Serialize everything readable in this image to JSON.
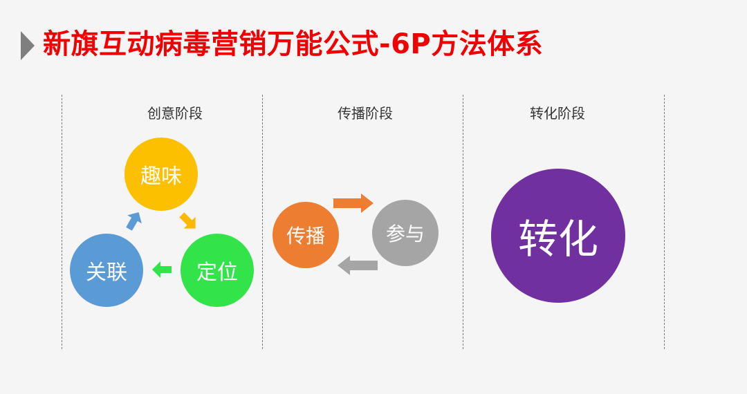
{
  "title": "新旗互动病毒营销万能公式-6P方法体系",
  "stages": [
    {
      "label": "创意阶段"
    },
    {
      "label": "传播阶段"
    },
    {
      "label": "转化阶段"
    }
  ],
  "creative": {
    "fun": "趣味",
    "positioning": "定位",
    "association": "关联"
  },
  "spread": {
    "spread": "传播",
    "participation": "参与"
  },
  "conversion": {
    "conversion": "转化"
  },
  "colors": {
    "title": "#f00000",
    "fun": "#fcc000",
    "positioning": "#33e34a",
    "association": "#5b9bd5",
    "spread": "#ed7d31",
    "participation": "#a5a5a5",
    "conversion": "#7030a0"
  }
}
